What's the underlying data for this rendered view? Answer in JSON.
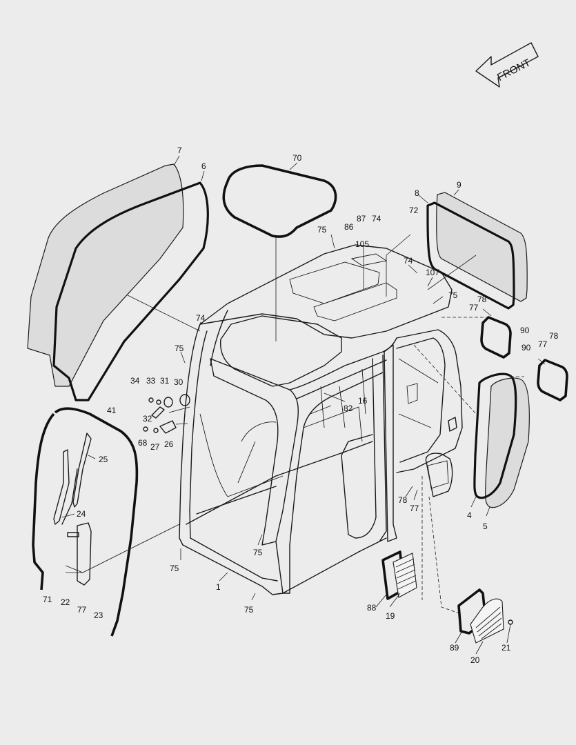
{
  "orientation": {
    "front_label": "FRONT"
  },
  "callouts": [
    {
      "id": "c7",
      "label": "7"
    },
    {
      "id": "c6",
      "label": "6"
    },
    {
      "id": "c70",
      "label": "70"
    },
    {
      "id": "c8",
      "label": "8"
    },
    {
      "id": "c9",
      "label": "9"
    },
    {
      "id": "c72",
      "label": "72"
    },
    {
      "id": "c75a",
      "label": "75"
    },
    {
      "id": "c86",
      "label": "86"
    },
    {
      "id": "c87",
      "label": "87"
    },
    {
      "id": "c74a",
      "label": "74"
    },
    {
      "id": "c105",
      "label": "105"
    },
    {
      "id": "c74b",
      "label": "74"
    },
    {
      "id": "c107",
      "label": "107"
    },
    {
      "id": "c75b",
      "label": "75"
    },
    {
      "id": "c78a",
      "label": "78"
    },
    {
      "id": "c77a",
      "label": "77"
    },
    {
      "id": "c74c",
      "label": "74"
    },
    {
      "id": "c90a",
      "label": "90"
    },
    {
      "id": "c78b",
      "label": "78"
    },
    {
      "id": "c77b",
      "label": "77"
    },
    {
      "id": "c90b",
      "label": "90"
    },
    {
      "id": "c75c",
      "label": "75"
    },
    {
      "id": "c34",
      "label": "34"
    },
    {
      "id": "c33",
      "label": "33"
    },
    {
      "id": "c31",
      "label": "31"
    },
    {
      "id": "c30",
      "label": "30"
    },
    {
      "id": "c16",
      "label": "16"
    },
    {
      "id": "c82",
      "label": "82"
    },
    {
      "id": "c32",
      "label": "32"
    },
    {
      "id": "c41",
      "label": "41"
    },
    {
      "id": "c26",
      "label": "26"
    },
    {
      "id": "c68",
      "label": "68"
    },
    {
      "id": "c27",
      "label": "27"
    },
    {
      "id": "c25",
      "label": "25"
    },
    {
      "id": "c78c",
      "label": "78"
    },
    {
      "id": "c77c",
      "label": "77"
    },
    {
      "id": "c4",
      "label": "4"
    },
    {
      "id": "c5",
      "label": "5"
    },
    {
      "id": "c24",
      "label": "24"
    },
    {
      "id": "c75d",
      "label": "75"
    },
    {
      "id": "c75e",
      "label": "75"
    },
    {
      "id": "c1",
      "label": "1"
    },
    {
      "id": "c71",
      "label": "71"
    },
    {
      "id": "c22",
      "label": "22"
    },
    {
      "id": "c77d",
      "label": "77"
    },
    {
      "id": "c23",
      "label": "23"
    },
    {
      "id": "c75f",
      "label": "75"
    },
    {
      "id": "c88",
      "label": "88"
    },
    {
      "id": "c19",
      "label": "19"
    },
    {
      "id": "c89",
      "label": "89"
    },
    {
      "id": "c21",
      "label": "21"
    },
    {
      "id": "c20",
      "label": "20"
    }
  ]
}
